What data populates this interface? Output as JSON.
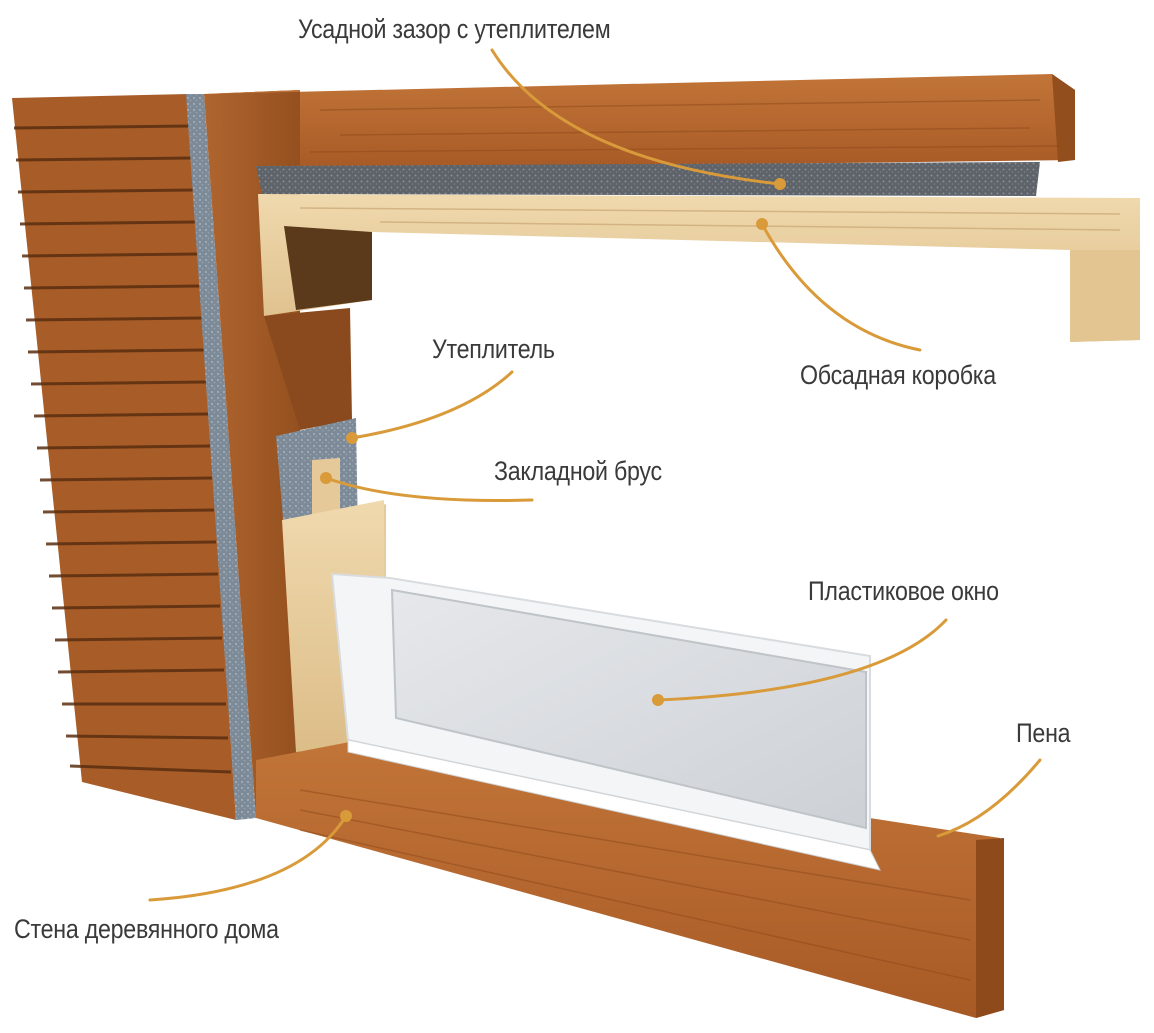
{
  "diagram": {
    "labels": {
      "shrink_gap": "Усадной зазор с утеплителем",
      "casing_box": "Обсадная коробка",
      "insulation": "Утеплитель",
      "embedded_beam": "Закладной брус",
      "plastic_window": "Пластиковое окно",
      "foam": "Пена",
      "house_wall": "Стена деревянного дома"
    },
    "colors": {
      "wood": "#b86a32",
      "wood_dark": "#8a4a20",
      "casing": "#e9cfa1",
      "insulation": "#6d7178",
      "leader_line": "#d99a3a",
      "text": "#3a3a3a"
    }
  }
}
